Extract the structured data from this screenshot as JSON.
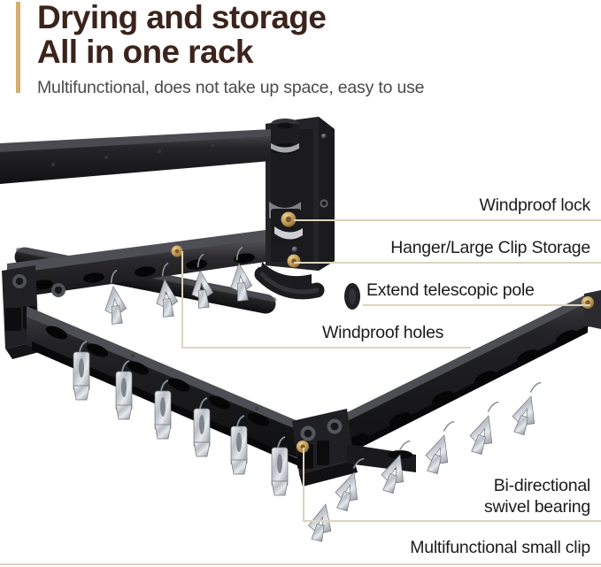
{
  "header": {
    "title_line_1": "Drying and storage",
    "title_line_2": "All in one rack",
    "subtitle": "Multifunctional, does not take up space, easy to use",
    "accent_color": "#d6ae72",
    "title_color": "#3b241c",
    "subtitle_color": "#4a4a4a"
  },
  "callouts": [
    {
      "id": "windproof-lock",
      "label": "Windproof lock"
    },
    {
      "id": "hanger-clip-storage",
      "label": "Hanger/Large Clip Storage"
    },
    {
      "id": "extend-telescopic-pole",
      "label": "Extend telescopic pole"
    },
    {
      "id": "windproof-holes",
      "label": "Windproof holes"
    },
    {
      "id": "swivel-bearing-line-1",
      "label": "Bi-directional"
    },
    {
      "id": "swivel-bearing-line-2",
      "label": "swivel bearing"
    },
    {
      "id": "multifunctional-clip",
      "label": "Multifunctional small clip"
    }
  ],
  "product": {
    "name": "wall-mounted folding clothes drying rack",
    "body_color": "#1d1d1f",
    "body_highlight": "#4a4a4e",
    "hardware_gold": "#c8a05a",
    "clip_metal": "#c9ccd1",
    "leader_line_color": "#ded4bd"
  },
  "footer": {
    "rule_color": "#ded4bd"
  }
}
